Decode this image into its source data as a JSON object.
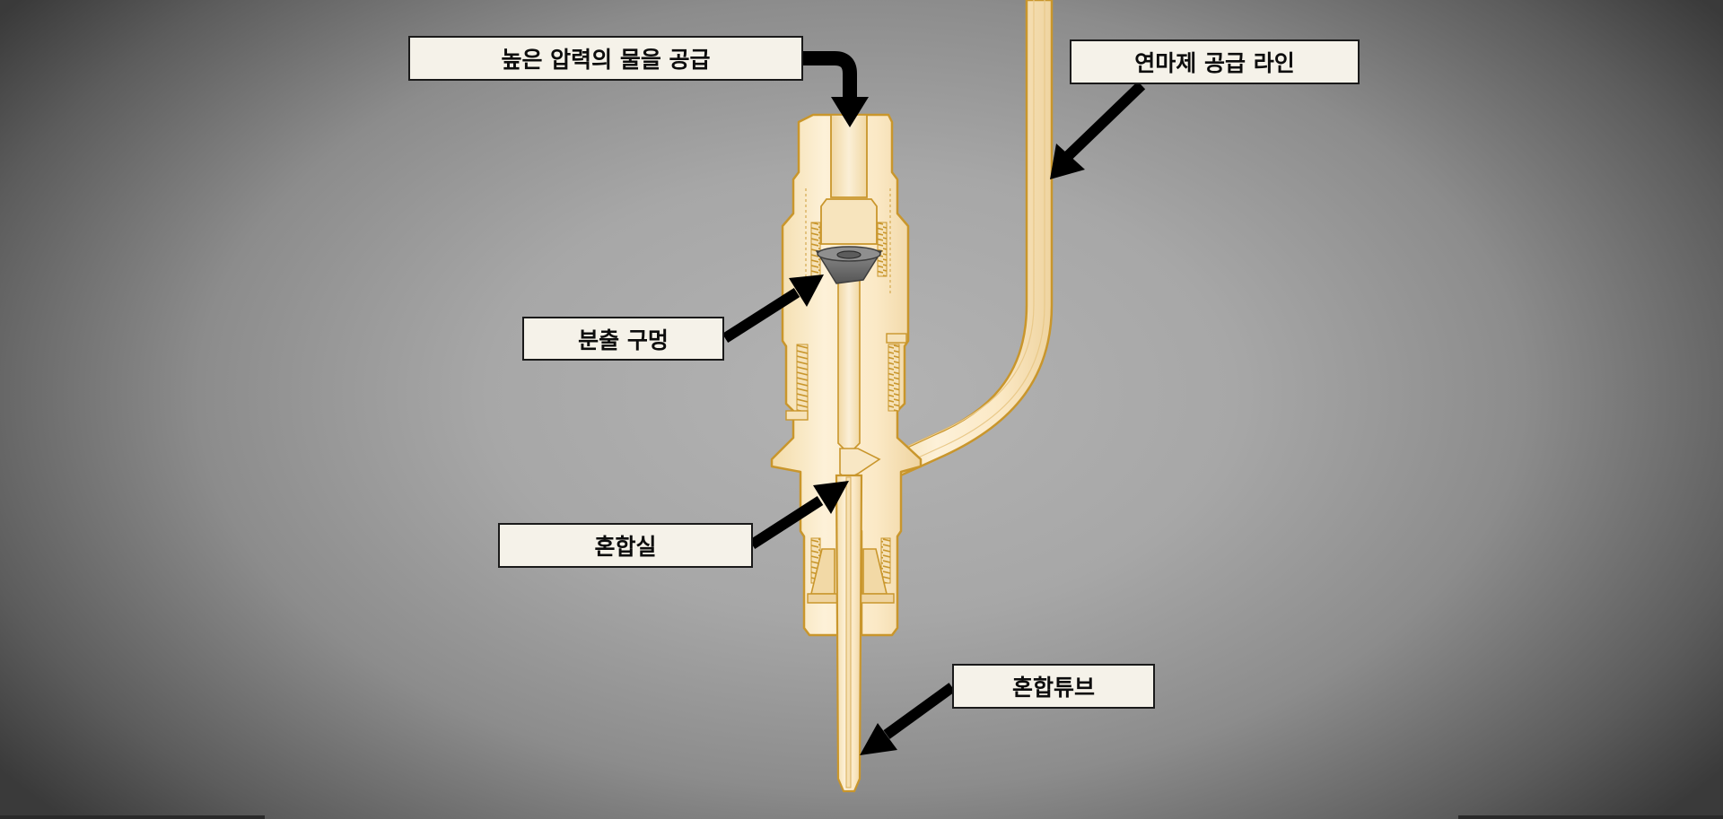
{
  "labels": {
    "water_supply": "높은 압력의 물을 공급",
    "abrasive_line": "연마제 공급 라인",
    "orifice": "분출 구멍",
    "mixing_chamber": "혼합실",
    "mixing_tube": "혼합튜브"
  },
  "colors": {
    "body_fill": "#fbeccd",
    "body_outline": "#c9962c",
    "orifice_gray": "#6b6b6b",
    "arrow": "#000000",
    "label_bg": "#f5f2e9"
  }
}
